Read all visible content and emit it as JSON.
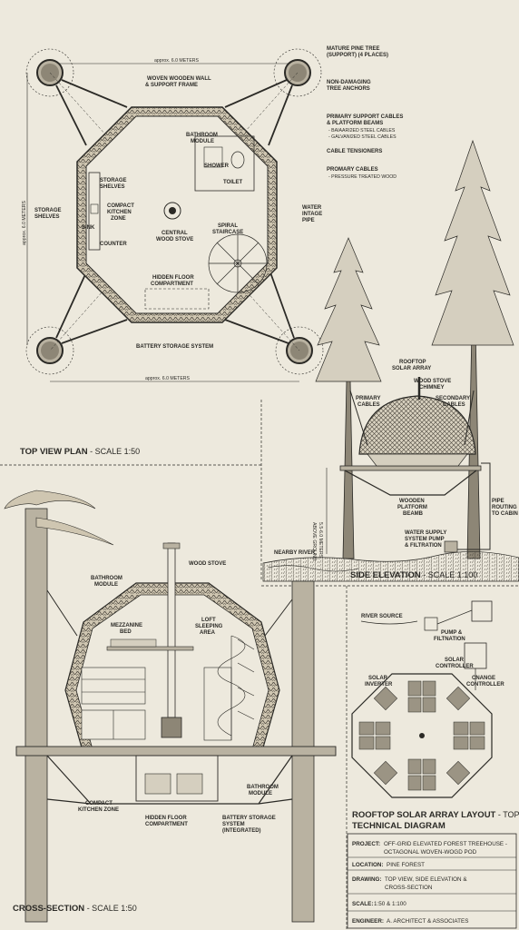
{
  "top_plan": {
    "title": "TOP VIEW PLAN",
    "scale": " - SCALE 1:50",
    "dim_top": "approx. 6.0 METERS",
    "dim_bottom": "approx. 6.0 METERS",
    "dim_left": "approx. 6.0 METERS",
    "labels": {
      "mature_pine_1": "MATURE PINE TREE",
      "mature_pine_2": "(SUPPORT) (4 PLACES)",
      "woven_1": "WOVEN WOODEN WALL",
      "woven_2": "& SUPPORT FRAME",
      "anchors_1": "NON-DAMAGING",
      "anchors_2": "TREE ANCHORS",
      "primary_support_1": "PRIMARY SUPPORT CABLES",
      "primary_support_2": "& PLATFORM BEAMS",
      "primary_support_3": "- BAIAARI2ED STEEL CABLES",
      "primary_support_4": "- GALVANI2ED STEEL CABLES",
      "tensioners": "CABLE TENSIONERS",
      "primary_cables_1": "PROMARY CABLES",
      "primary_cables_2": "- PRESSURE TREATED WOOD",
      "water_1": "WATER",
      "water_2": "INTAGE",
      "water_3": "PIPE",
      "bathroom_1": "BATHROOM",
      "bathroom_2": "MODULE",
      "shower": "SHOWER",
      "toilet": "TOILET",
      "storage_shelves_a1": "STORAGE",
      "storage_shelves_a2": "SHELVES",
      "storage_shelves_b1": "STORAGE",
      "storage_shelves_b2": "SHELVES",
      "kitchen_1": "COMPACT",
      "kitchen_2": "KITCHEN",
      "kitchen_3": "ZONE",
      "sink": "SINK",
      "counter": "COUNTER",
      "stove_1": "CENTRAL",
      "stove_2": "WOOD STOVE",
      "spiral_1": "SPIRAL",
      "spiral_2": "STAIRCASE",
      "hidden_1": "HIDDEN FLOOR",
      "hidden_2": "COMPARTMENT",
      "battery": "BATTERY STORAGE SYSTEM"
    }
  },
  "side_elevation": {
    "title": "SIDE ELEVATION",
    "scale": " - SCALE 1:100",
    "labels": {
      "rooftop_1": "ROOFTOP",
      "rooftop_2": "SOLAR ARRAY",
      "chimney_1": "WOOD STOVE",
      "chimney_2": "CHIMNEY",
      "primary_1": "PRIMARY",
      "primary_2": "CABLES",
      "secondary_1": "SECONDARY",
      "secondary_2": "CABLES",
      "height_1": "5.5-6.0 METERS",
      "height_2": "ABOVE GROUND",
      "platform_1": "WOODEN",
      "platform_2": "PLATFORM",
      "platform_3": "BEAMB",
      "pipe_1": "PIPE",
      "pipe_2": "ROUTING",
      "pipe_3": "TO CABIN",
      "river": "NEARBY RIVER",
      "water_1": "WATER SUPPLY",
      "water_2": "SYSTEM PUMP",
      "water_3": "& FILTRATION"
    }
  },
  "cross_section": {
    "title": "CROSS-SECTION",
    "scale": " - SCALE 1:50",
    "labels": {
      "bathroom_1": "BATHROOM",
      "bathroom_2": "MODULE",
      "stove": "WOOD STOVE",
      "mezz_1": "MEZZANINE",
      "mezz_2": "BED",
      "loft_1": "LOFT",
      "loft_2": "SLEEPING",
      "loft_3": "AREA",
      "kitchen_1": "COMPACT",
      "kitchen_2": "KITCHEN ZONE",
      "hidden_1": "HIDDEN FLOOR",
      "hidden_2": "COMPARTMENT",
      "battery_1": "BATTERY STORAGE",
      "battery_2": "SYSTEM",
      "battery_3": "(INTEGRATED)",
      "bath2_1": "BATHROOM",
      "bath2_2": "MODULE"
    }
  },
  "solar": {
    "labels": {
      "river": "RIVER SOURCE",
      "pump_1": "PUMP &",
      "pump_2": "FILTNATION",
      "controller_1": "SOLAR",
      "controller_2": "CONTROLLER",
      "inverter_1": "SOLAR",
      "inverter_2": "INVERTER",
      "change_1": "CNANGE",
      "change_2": "CONTROLLER"
    },
    "title_1": "ROOFTOP SOLAR ARRAY LAYOUT",
    "title_1b": " - TOP VIEW",
    "title_2": "TECHNICAL DIAGRAM"
  },
  "title_block": {
    "project_label": "PROJECT:",
    "project_1": "OFF-GRID ELEVATED FOREST TREEHOUSE -",
    "project_2": "OCTAGONAL WOVEN-WOGD POD",
    "location_label": "LOCATION:",
    "location": "PINE FOREST",
    "drawing_label": "DRAWING:",
    "drawing_1": "TOP VIEW, SIDE ELEVATION &",
    "drawing_2": "CROSS-SECTION",
    "scale_label": "SCALE:",
    "scale": "1:50 & 1:100",
    "engineer_label": "ENGINEER:",
    "engineer": "A. ARCHITECT & ASSOCIATES"
  }
}
